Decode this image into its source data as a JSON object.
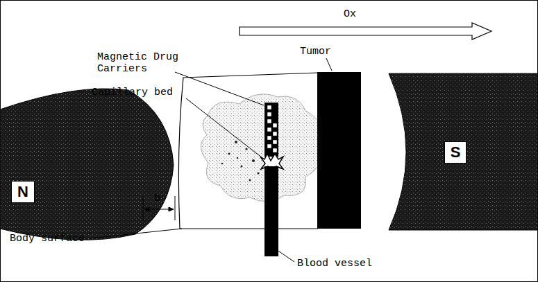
{
  "diagram": {
    "nodes": [
      {
        "text": [
          "N"
        ]
      },
      {
        "text": [
          "S"
        ]
      }
    ],
    "labels": [
      "Ox",
      "Magnetic Drug Carriers",
      "Tumor",
      "Capillary bed",
      "b",
      "Body surface",
      "Blood vessel"
    ]
  }
}
